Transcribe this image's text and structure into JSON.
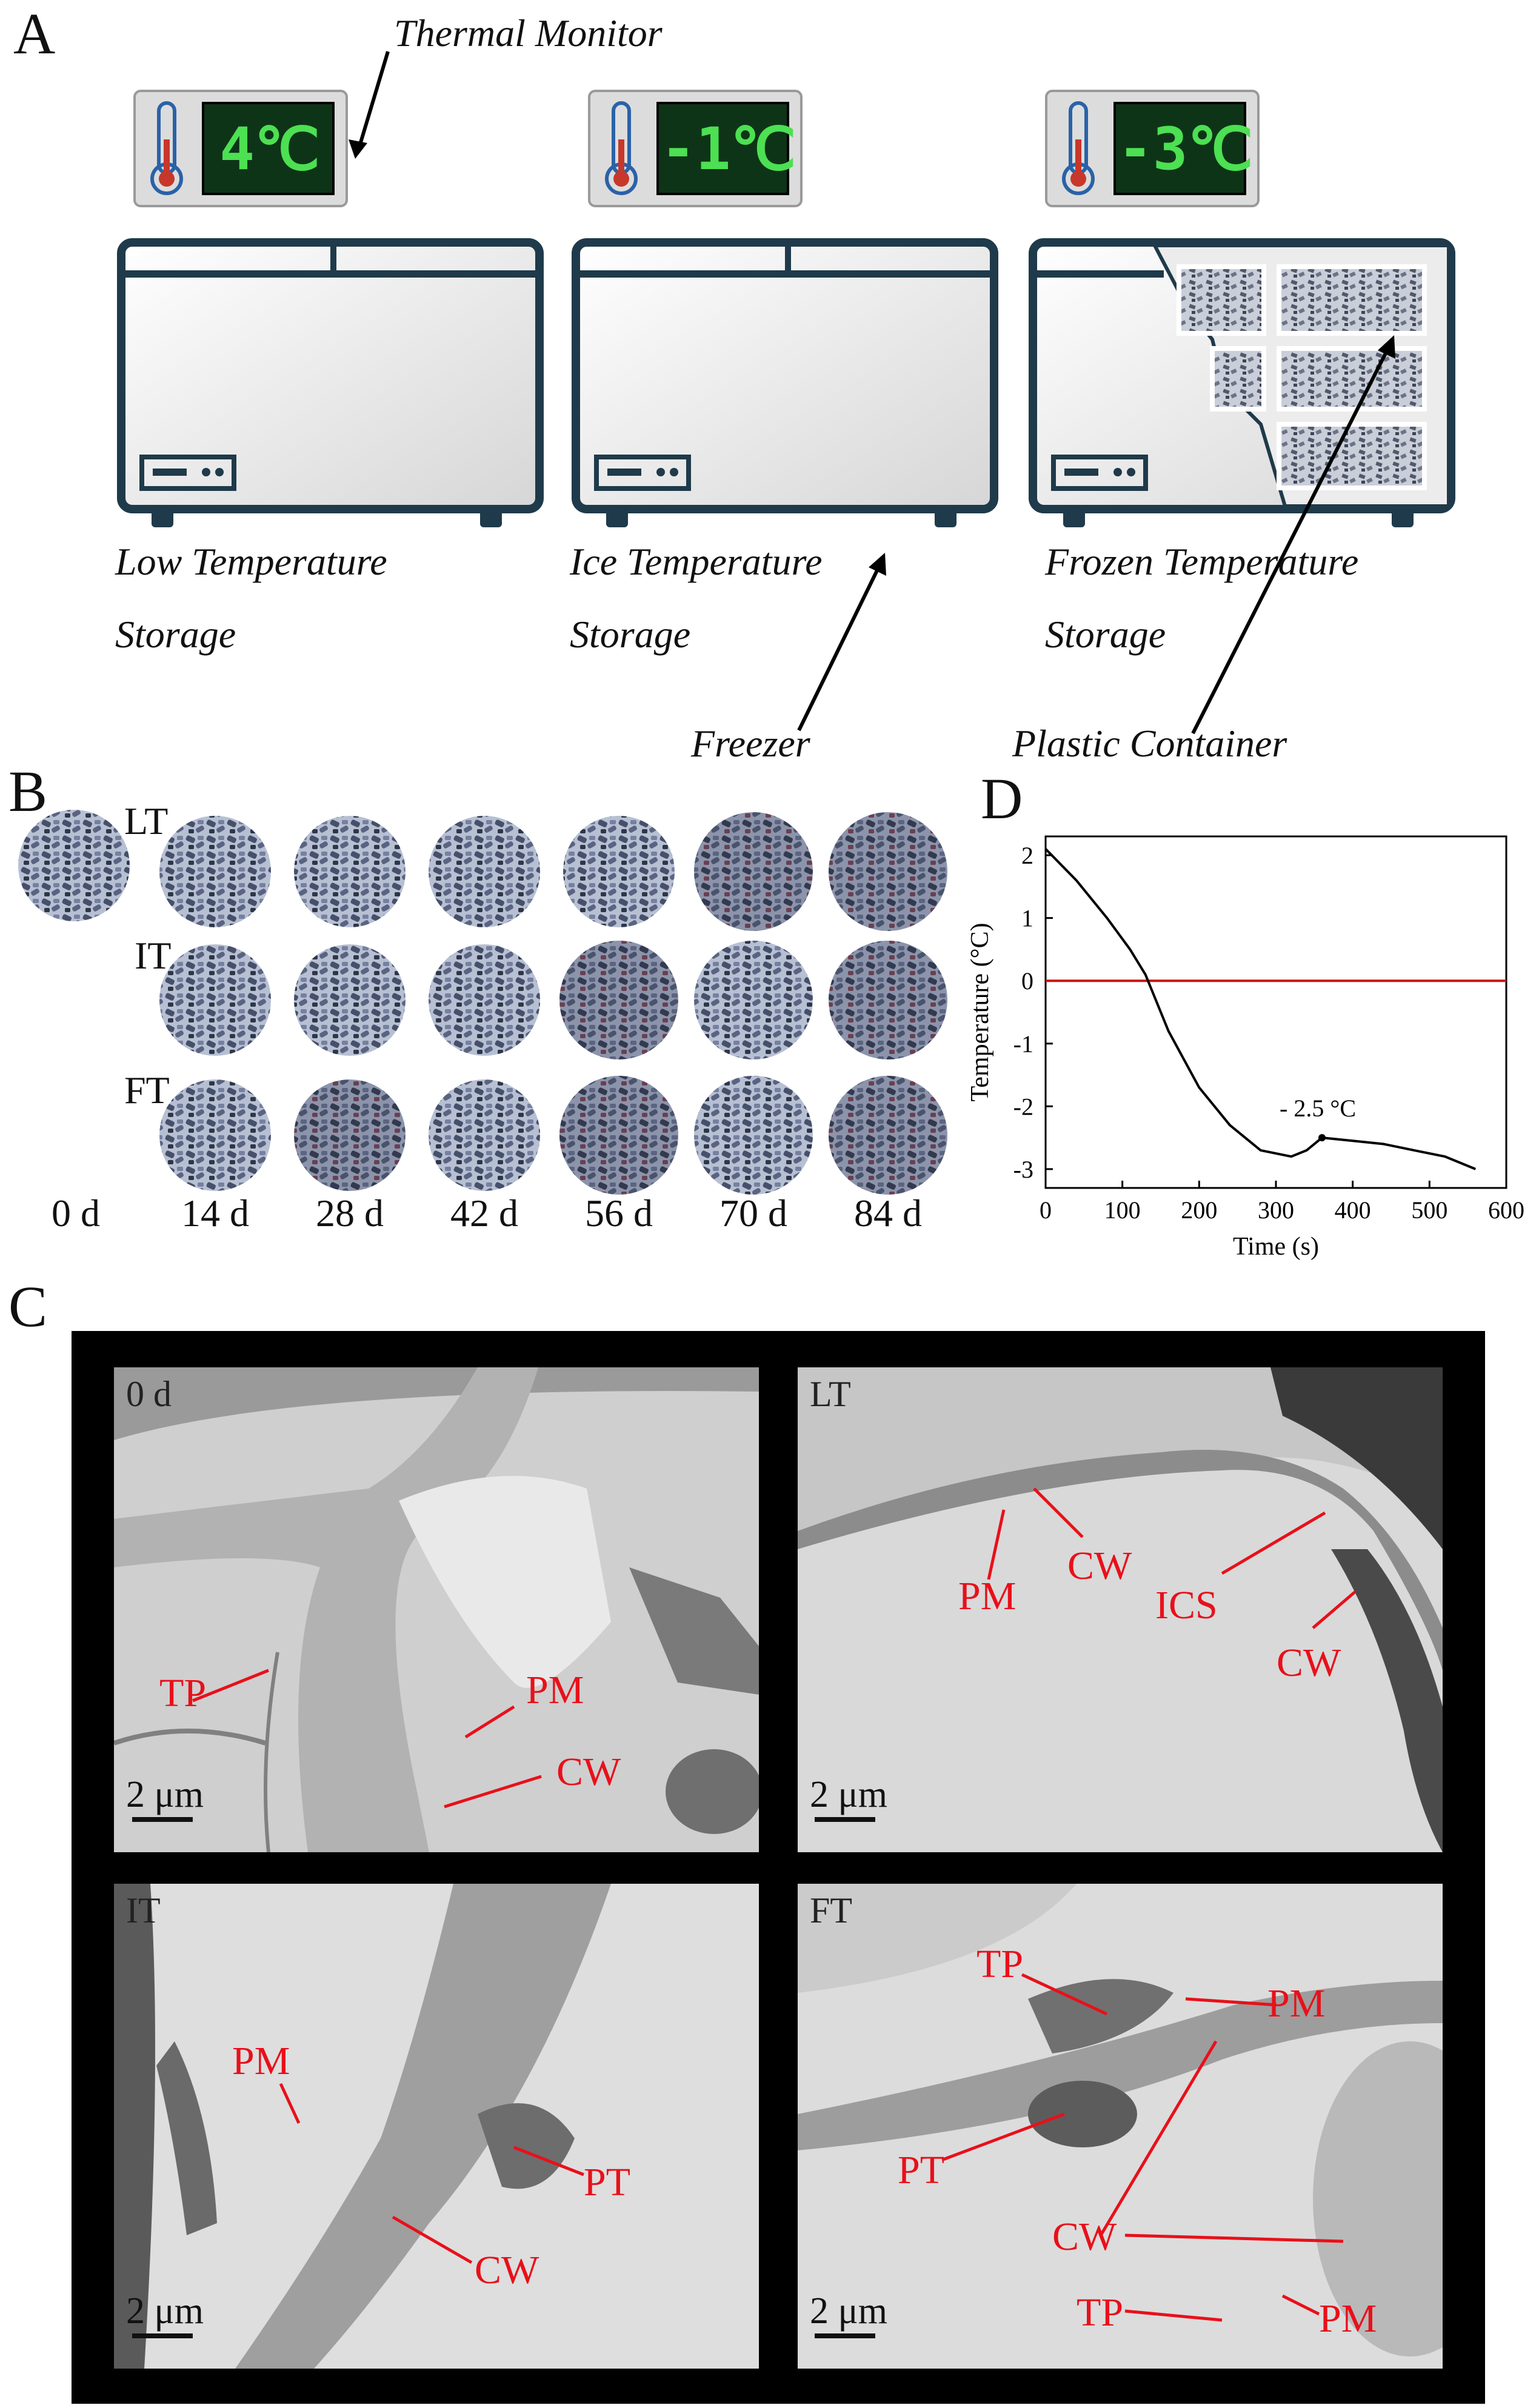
{
  "panels": {
    "a": "A",
    "b": "B",
    "c": "C",
    "d": "D"
  },
  "panel_a": {
    "thermal_monitor_label": "Thermal Monitor",
    "monitors": [
      "4℃",
      "-1℃",
      "-3℃"
    ],
    "storage": [
      {
        "line1": "Low Temperature",
        "line2": "Storage"
      },
      {
        "line1": "Ice Temperature",
        "line2": "Storage"
      },
      {
        "line1": "Frozen Temperature",
        "line2": "Storage"
      }
    ],
    "freezer_label": "Freezer",
    "container_label": "Plastic Container",
    "colors": {
      "display_bg": "#0e3418",
      "digits": "#4ce052",
      "freezer_frame": "#1f3a4a"
    }
  },
  "panel_b": {
    "rows": [
      "LT",
      "IT",
      "FT"
    ],
    "days": [
      "0 d",
      "14 d",
      "28 d",
      "42 d",
      "56 d",
      "70 d",
      "84 d"
    ]
  },
  "panel_c": {
    "tiles": [
      {
        "tag": "0 d",
        "scale": "2 μm",
        "labels": [
          "TP",
          "PM",
          "CW"
        ]
      },
      {
        "tag": "LT",
        "scale": "2 μm",
        "labels": [
          "PM",
          "CW",
          "ICS",
          "CW"
        ]
      },
      {
        "tag": "IT",
        "scale": "2 μm",
        "labels": [
          "PM",
          "PT",
          "CW"
        ]
      },
      {
        "tag": "FT",
        "scale": "2 μm",
        "labels": [
          "TP",
          "PM",
          "PT",
          "CW",
          "TP",
          "PM"
        ]
      }
    ],
    "label_color": "#e8101a"
  },
  "chart_data": {
    "type": "line",
    "xlabel": "Time (s)",
    "ylabel": "Temperature (°C)",
    "xlim": [
      0,
      600
    ],
    "ylim": [
      -3.3,
      2.3
    ],
    "xticks": [
      "0",
      "100",
      "200",
      "300",
      "400",
      "500",
      "600"
    ],
    "yticks": [
      "2",
      "1",
      "0",
      "-1",
      "-2",
      "-3"
    ],
    "series": [
      {
        "values": [
          [
            0,
            2.1
          ],
          [
            40,
            1.6
          ],
          [
            80,
            1.0
          ],
          [
            110,
            0.5
          ],
          [
            130,
            0.1
          ],
          [
            160,
            -0.8
          ],
          [
            200,
            -1.7
          ],
          [
            240,
            -2.3
          ],
          [
            280,
            -2.7
          ],
          [
            320,
            -2.8
          ],
          [
            340,
            -2.7
          ],
          [
            360,
            -2.5
          ],
          [
            400,
            -2.55
          ],
          [
            440,
            -2.6
          ],
          [
            480,
            -2.7
          ],
          [
            520,
            -2.8
          ],
          [
            560,
            -3.0
          ]
        ],
        "color": "#000000"
      }
    ],
    "reference_line": {
      "y": 0,
      "color": "#cc1111"
    },
    "annotation": {
      "text": "- 2.5 °C",
      "x": 360,
      "y": -2.5
    },
    "grid": false
  }
}
